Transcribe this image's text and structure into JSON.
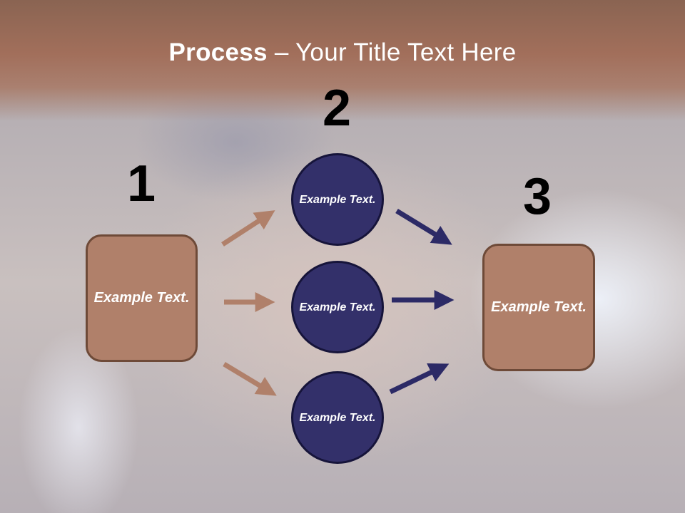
{
  "title": {
    "bold": "Process",
    "rest": " – Your Title Text Here"
  },
  "steps": {
    "one": "1",
    "two": "2",
    "three": "3"
  },
  "left_box": {
    "text": "Example Text."
  },
  "circles": [
    {
      "text": "Example Text."
    },
    {
      "text": "Example Text."
    },
    {
      "text": "Example Text."
    }
  ],
  "right_box": {
    "text": "Example Text."
  },
  "colors": {
    "brown": "#b0806a",
    "navy": "#33306a",
    "title_band": "#a26f5b"
  }
}
